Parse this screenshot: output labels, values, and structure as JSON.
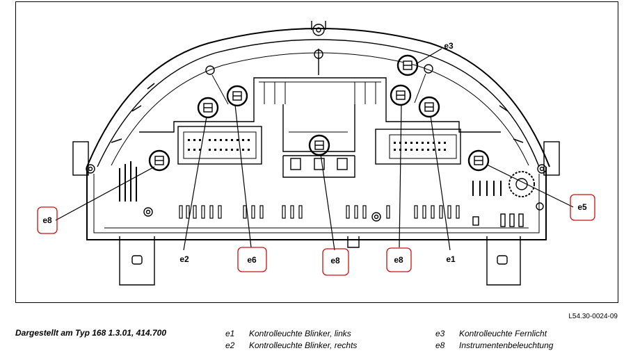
{
  "callouts": {
    "e2": "e2",
    "e6_left": "e6",
    "e8_center": "e8",
    "e8_right": "e8",
    "e1": "e1",
    "e3": "e3",
    "e8_far_left": "e8",
    "e5_far_right": "e5"
  },
  "figure_ref": "L54.30-0024-09",
  "caption": "Dargestellt am Typ 168 1.3.01, 414.700",
  "legend": [
    {
      "code": "e1",
      "text": "Kontrolleuchte Blinker, links"
    },
    {
      "code": "e2",
      "text": "Kontrolleuchte Blinker, rechts"
    },
    {
      "code": "e3",
      "text": "Kontrolleuchte Fernlicht"
    },
    {
      "code": "e8",
      "text": "Instrumentenbeleuchtung"
    }
  ],
  "colors": {
    "ink": "#000000",
    "highlight": "#cc1111",
    "background": "#ffffff"
  }
}
